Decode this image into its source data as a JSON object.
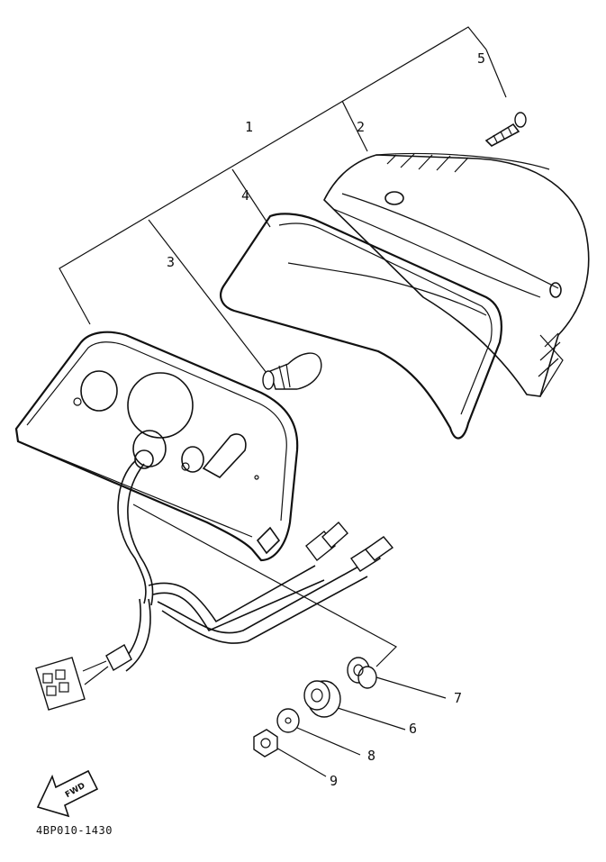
{
  "diagram": {
    "callouts": [
      {
        "id": "1",
        "text": "1"
      },
      {
        "id": "2",
        "text": "2"
      },
      {
        "id": "3",
        "text": "3"
      },
      {
        "id": "4",
        "text": "4"
      },
      {
        "id": "5",
        "text": "5"
      },
      {
        "id": "6",
        "text": "6"
      },
      {
        "id": "7",
        "text": "7"
      },
      {
        "id": "8",
        "text": "8"
      },
      {
        "id": "9",
        "text": "9"
      }
    ],
    "forward_arrow_label": "FWD",
    "part_code": "4BP010-1430"
  }
}
